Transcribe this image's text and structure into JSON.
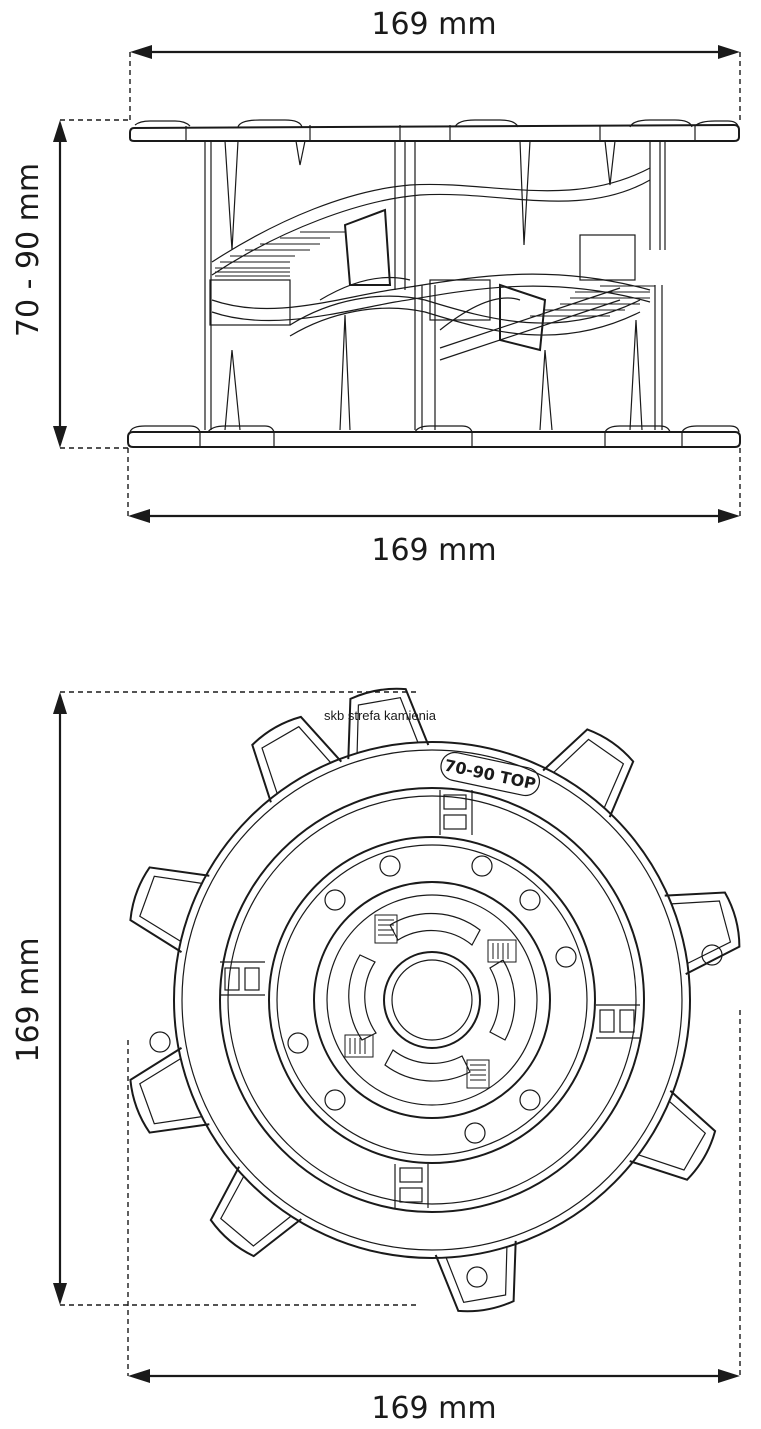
{
  "side_view": {
    "width_top_label": "169 mm",
    "width_bottom_label": "169 mm",
    "height_label": "70 - 90 mm"
  },
  "top_view": {
    "width_label": "169 mm",
    "height_label": "169 mm",
    "model_label": "70-90 TOP",
    "watermark": "skb strefa kamienia"
  }
}
